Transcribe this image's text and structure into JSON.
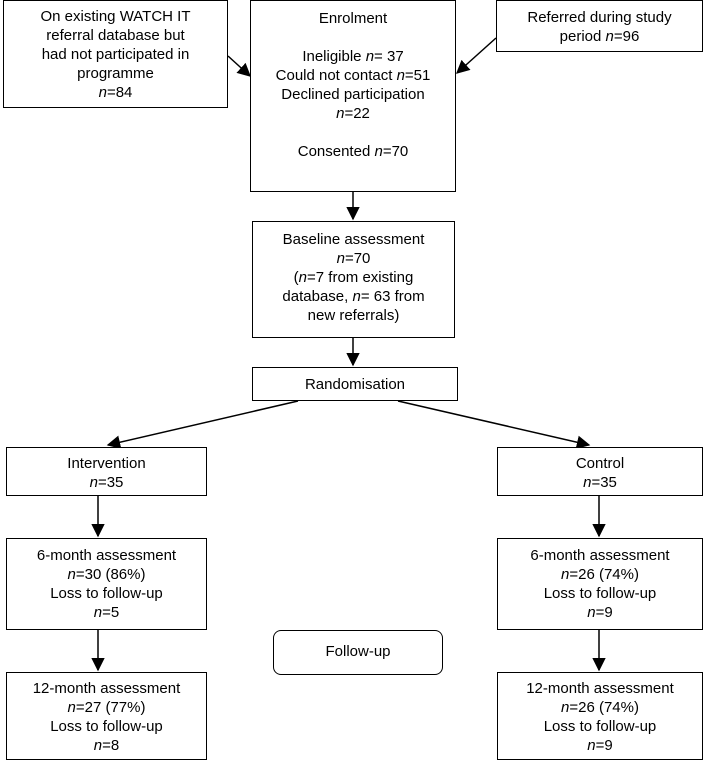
{
  "nodes": {
    "existing_db": {
      "lines": [
        [
          "On existing WATCH IT"
        ],
        [
          "referral database but"
        ],
        [
          "had not participated in"
        ],
        [
          "programme"
        ],
        [
          {
            "i": "n"
          },
          "=84"
        ]
      ]
    },
    "enrolment": {
      "lines": [
        [
          "Enrolment"
        ],
        [],
        [
          "Ineligible ",
          {
            "i": "n"
          },
          "= 37"
        ],
        [
          "Could not contact ",
          {
            "i": "n"
          },
          "=51"
        ],
        [
          "Declined participation"
        ],
        [
          {
            "i": "n"
          },
          "=22"
        ],
        [],
        [
          "Consented ",
          {
            "i": "n"
          },
          "=70"
        ]
      ]
    },
    "referred": {
      "lines": [
        [
          "Referred during study"
        ],
        [
          "period ",
          {
            "i": "n"
          },
          "=96"
        ]
      ]
    },
    "baseline": {
      "lines": [
        [
          "Baseline assessment"
        ],
        [
          {
            "i": "n"
          },
          "=70"
        ],
        [
          "(",
          {
            "i": "n"
          },
          "=7 from existing"
        ],
        [
          "database, ",
          {
            "i": "n"
          },
          "= 63 from"
        ],
        [
          "new referrals)"
        ]
      ]
    },
    "randomisation": {
      "lines": [
        [
          "Randomisation"
        ]
      ]
    },
    "intervention": {
      "lines": [
        [
          "Intervention"
        ],
        [
          {
            "i": "n"
          },
          "=35"
        ]
      ]
    },
    "control": {
      "lines": [
        [
          "Control"
        ],
        [
          {
            "i": "n"
          },
          "=35"
        ]
      ]
    },
    "int_6m": {
      "lines": [
        [
          "6-month assessment"
        ],
        [
          {
            "i": "n"
          },
          "=30 (86%)"
        ],
        [
          "Loss to follow-up"
        ],
        [
          {
            "i": "n"
          },
          "=5"
        ]
      ]
    },
    "ctl_6m": {
      "lines": [
        [
          "6-month assessment"
        ],
        [
          {
            "i": "n"
          },
          "=26 (74%)"
        ],
        [
          "Loss to follow-up"
        ],
        [
          {
            "i": "n"
          },
          "=9"
        ]
      ]
    },
    "followup": {
      "lines": [
        [
          "Follow-up"
        ]
      ]
    },
    "int_12m": {
      "lines": [
        [
          "12-month assessment"
        ],
        [
          {
            "i": "n"
          },
          "=27 (77%)"
        ],
        [
          "Loss to follow-up"
        ],
        [
          {
            "i": "n"
          },
          "=8"
        ]
      ]
    },
    "ctl_12m": {
      "lines": [
        [
          "12-month assessment"
        ],
        [
          {
            "i": "n"
          },
          "=26 (74%)"
        ],
        [
          "Loss to follow-up"
        ],
        [
          {
            "i": "n"
          },
          "=9"
        ]
      ]
    }
  },
  "edges": [
    {
      "from": "existing_db",
      "to": "enrolment"
    },
    {
      "from": "referred",
      "to": "enrolment"
    },
    {
      "from": "enrolment",
      "to": "baseline"
    },
    {
      "from": "baseline",
      "to": "randomisation"
    },
    {
      "from": "randomisation",
      "to": "intervention"
    },
    {
      "from": "randomisation",
      "to": "control"
    },
    {
      "from": "intervention",
      "to": "int_6m"
    },
    {
      "from": "control",
      "to": "ctl_6m"
    },
    {
      "from": "int_6m",
      "to": "int_12m"
    },
    {
      "from": "ctl_6m",
      "to": "ctl_12m"
    }
  ]
}
